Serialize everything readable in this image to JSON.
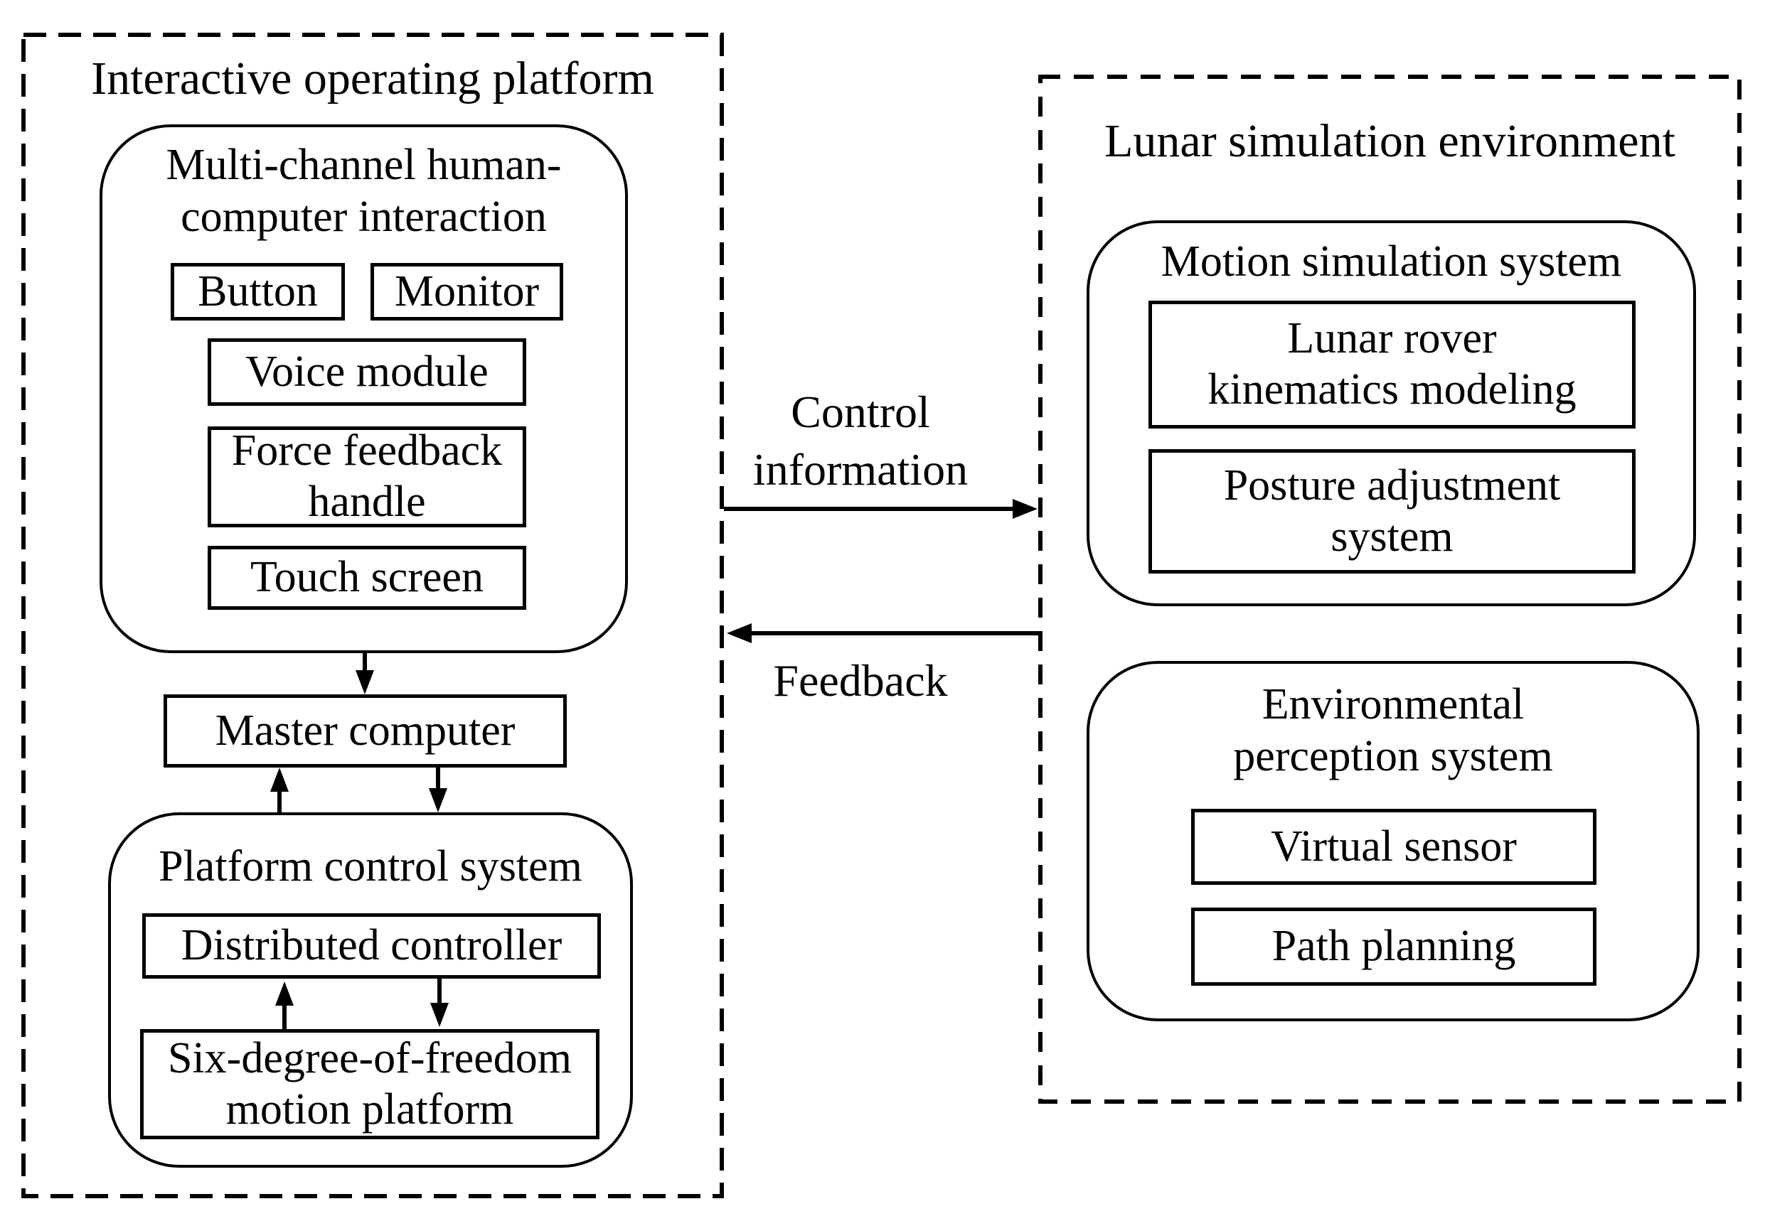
{
  "colors": {
    "line": "#000000",
    "background": "#ffffff"
  },
  "left_panel": {
    "title": "Interactive operating platform",
    "multichannel": {
      "title_lines": [
        "Multi-channel human-",
        "computer interaction"
      ],
      "button_label": "Button",
      "monitor_label": "Monitor",
      "voice_label": "Voice module",
      "force_lines": [
        "Force feedback",
        "handle"
      ],
      "touch_label": "Touch screen"
    },
    "master_computer_label": "Master computer",
    "platform_control": {
      "title": "Platform control system",
      "distributed_label": "Distributed controller",
      "sixdof_lines": [
        "Six-degree-of-freedom",
        "motion platform"
      ]
    }
  },
  "middle": {
    "control_lines": [
      "Control",
      "information"
    ],
    "feedback_label": "Feedback"
  },
  "right_panel": {
    "title": "Lunar simulation environment",
    "motion_sim": {
      "title": "Motion simulation system",
      "rover_lines": [
        "Lunar rover",
        "kinematics modeling"
      ],
      "posture_lines": [
        "Posture adjustment",
        "system"
      ]
    },
    "env_perception": {
      "title_lines": [
        "Environmental",
        "perception system"
      ],
      "virtual_sensor_label": "Virtual sensor",
      "path_planning_label": "Path planning"
    }
  }
}
